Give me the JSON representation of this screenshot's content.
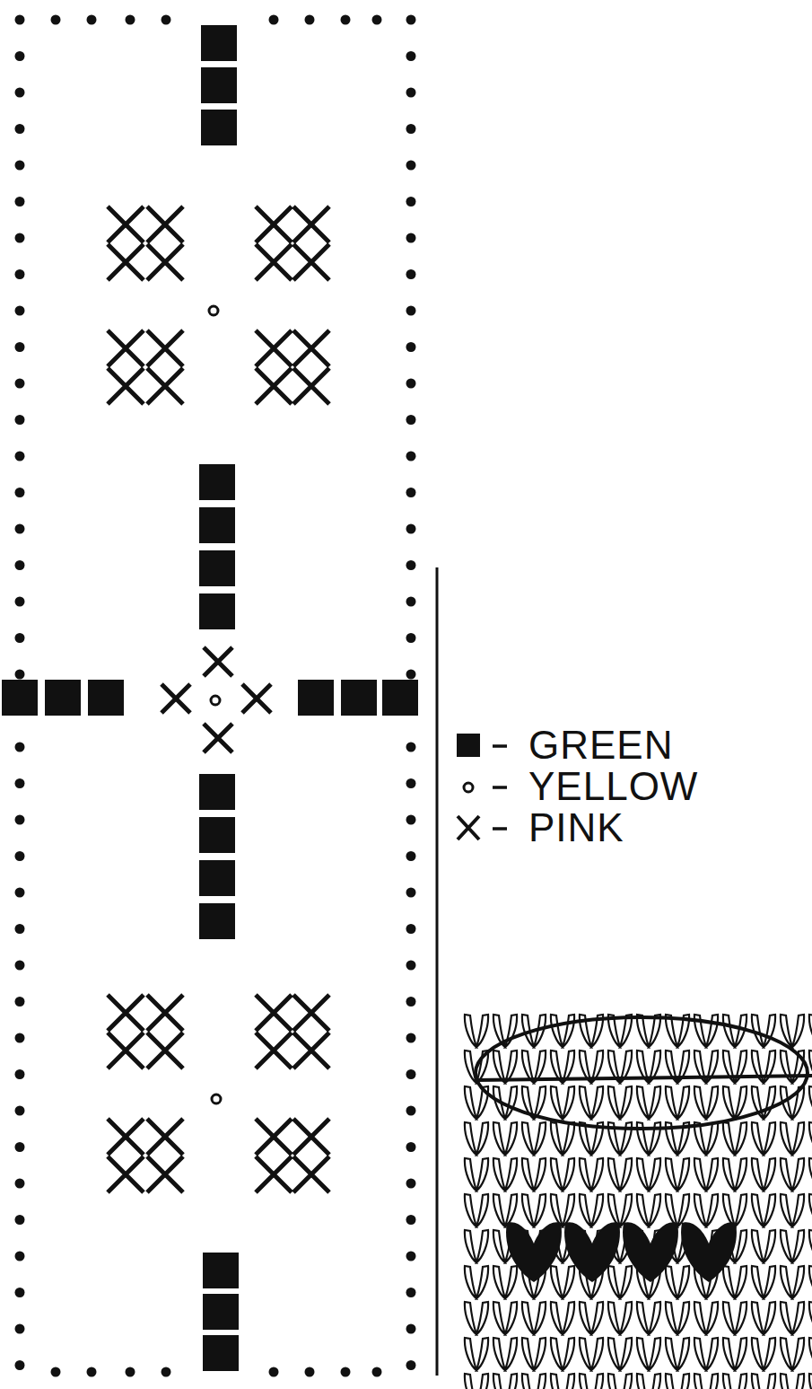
{
  "diagram": {
    "legend": [
      {
        "text": "GREEN"
      },
      {
        "text": "YELLOW"
      },
      {
        "text": "PINK"
      }
    ]
  }
}
